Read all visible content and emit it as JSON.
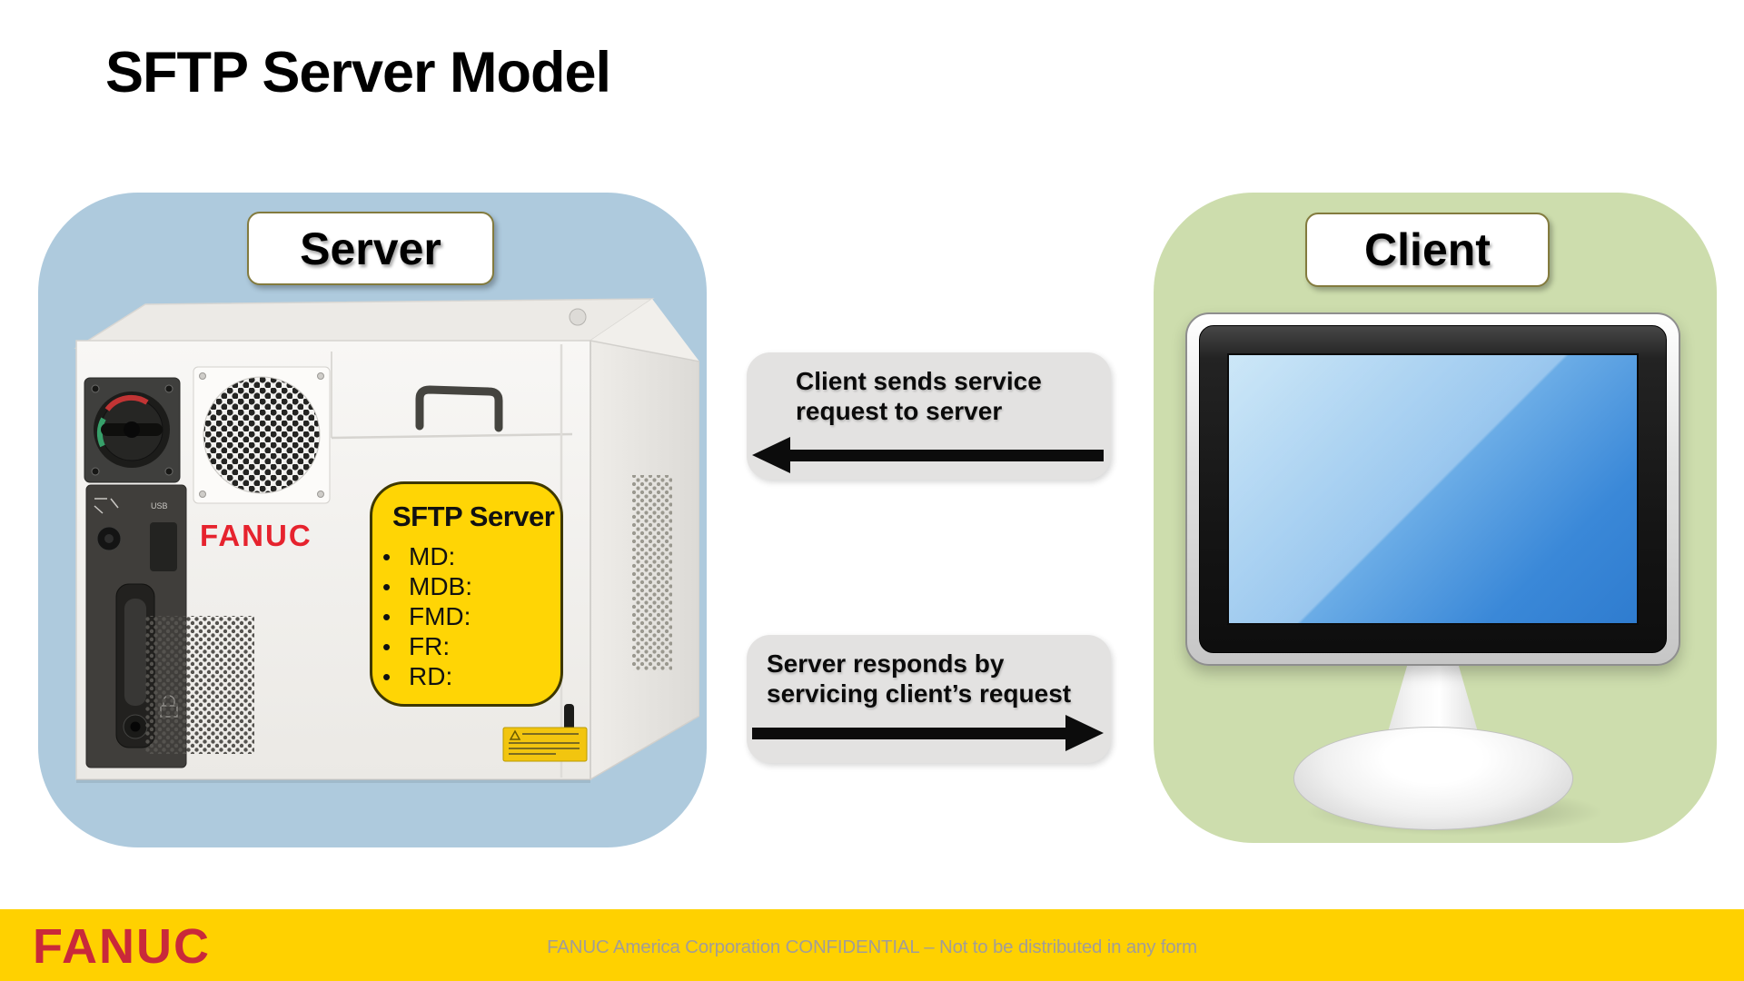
{
  "title": "SFTP Server Model",
  "server_panel": {
    "label": "Server",
    "device_brand": "FANUC",
    "usb_label": "USB",
    "sftp_box": {
      "title": "SFTP Server",
      "items": [
        "MD:",
        "MDB:",
        "FMD:",
        "FR:",
        "RD:"
      ]
    }
  },
  "client_panel": {
    "label": "Client"
  },
  "callouts": {
    "request": {
      "line1": "Client sends service",
      "line2": "request to server",
      "direction": "left"
    },
    "response": {
      "line1": "Server responds by",
      "line2": "servicing client’s request",
      "direction": "right"
    }
  },
  "footer": {
    "brand": "FANUC",
    "confidential": "FANUC America Corporation CONFIDENTIAL – Not to be distributed in any form"
  },
  "colors": {
    "panel_blue": "#aecadd",
    "panel_green": "#cdddad",
    "sftp_yellow": "#ffd505",
    "footer_yellow": "#ffd100",
    "fanuc_red": "#c9293a",
    "callout_gray": "#e3e2e1",
    "arrow_black": "#0c0c0c"
  }
}
